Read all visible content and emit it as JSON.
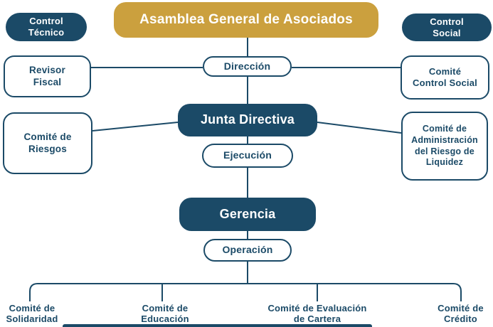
{
  "colors": {
    "navy": "#1b4a67",
    "gold": "#cba03e",
    "background": "#ffffff"
  },
  "chart": {
    "type": "org-chart",
    "root": "Asamblea General de Asociados",
    "top_left_tag": "Control\nTécnico",
    "top_right_tag": "Control\nSocial",
    "level1": {
      "left_box": "Revisor\nFiscal",
      "center_pill": "Dirección",
      "right_box": "Comité\nControl Social"
    },
    "level2": {
      "left_box": "Comité de\nRiesgos",
      "center_box": "Junta Directiva",
      "right_box": "Comité de\nAdministración\ndel Riesgo de\nLiquidez",
      "center_pill": "Ejecución"
    },
    "level3": {
      "center_box": "Gerencia",
      "center_pill": "Operación"
    },
    "bottom_row": [
      "Comité de\nSolidaridad",
      "Comité de\nEducación",
      "Comité de Evaluación\nde Cartera",
      "Comité de\nCrédito"
    ]
  }
}
